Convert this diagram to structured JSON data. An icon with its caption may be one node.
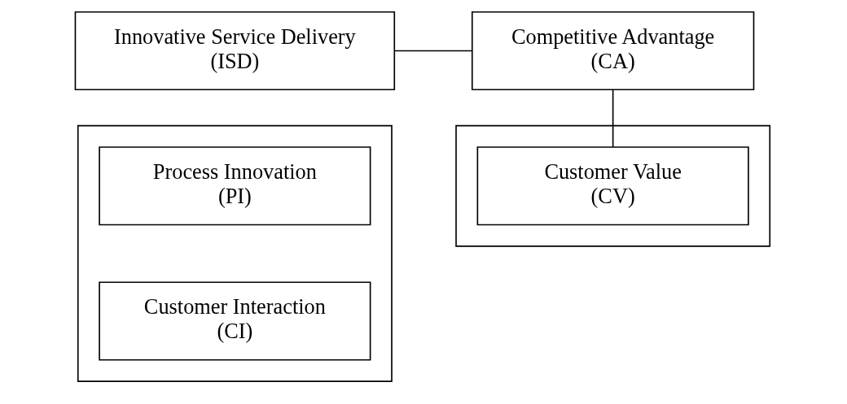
{
  "diagram": {
    "nodes": [
      {
        "text": [
          "Innovative Service Delivery (ISD)"
        ]
      },
      {
        "text": [
          "Competitive Advantage (CA)"
        ]
      },
      {
        "text": [],
        "shape": "box"
      },
      {
        "text": [
          "Process Innovation (PI)"
        ],
        "in": 2
      },
      {
        "text": [
          "Customer Interaction (CI)"
        ],
        "in": 2
      },
      {
        "text": [],
        "shape": "box"
      },
      {
        "text": [
          "Customer Value (CV)"
        ],
        "in": 5
      }
    ],
    "edges": [
      {
        "from": 0,
        "to": 1,
        "arrow": "none"
      },
      {
        "from": 1,
        "to": 6,
        "arrow": "none"
      }
    ]
  }
}
